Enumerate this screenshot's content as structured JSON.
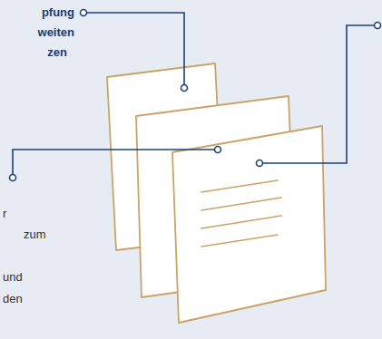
{
  "diagram": {
    "labels": [
      "pfung",
      "weiten",
      "zen",
      "r",
      "zum",
      "und",
      "den"
    ]
  }
}
